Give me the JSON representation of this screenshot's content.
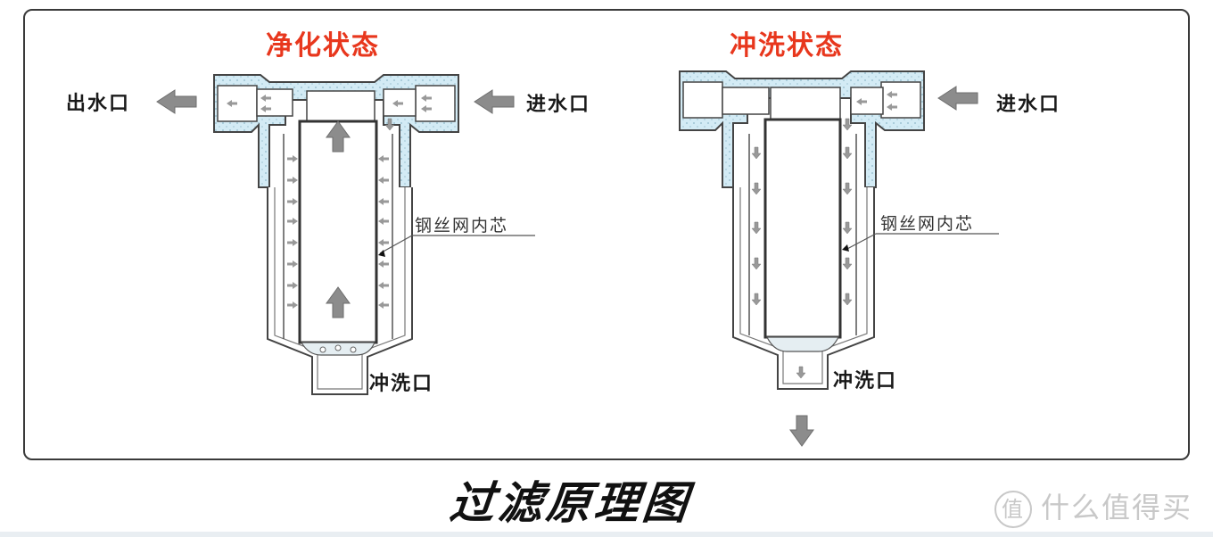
{
  "diagram": {
    "title": "过滤原理图",
    "watermark": {
      "icon": "值",
      "text": "什么值得买"
    },
    "colors": {
      "title_red": "#e8371d",
      "wall_fill": "#cfe8f3",
      "outline": "#444444",
      "arrow_gray": "#8c8c8c",
      "frame": "#3a3a3a"
    },
    "panels": [
      {
        "title": "净化状态",
        "labels": {
          "outlet": "出水口",
          "inlet": "进水口",
          "core": "钢丝网内芯",
          "flush_port": "冲洗口"
        },
        "flow": "inlet → outer annulus → through mesh inward → up center → outlet"
      },
      {
        "title": "冲洗状态",
        "labels": {
          "inlet": "进水口",
          "core": "钢丝网内芯",
          "flush_port": "冲洗口"
        },
        "flow": "inlet → down outer annulus → out flush port"
      }
    ]
  }
}
